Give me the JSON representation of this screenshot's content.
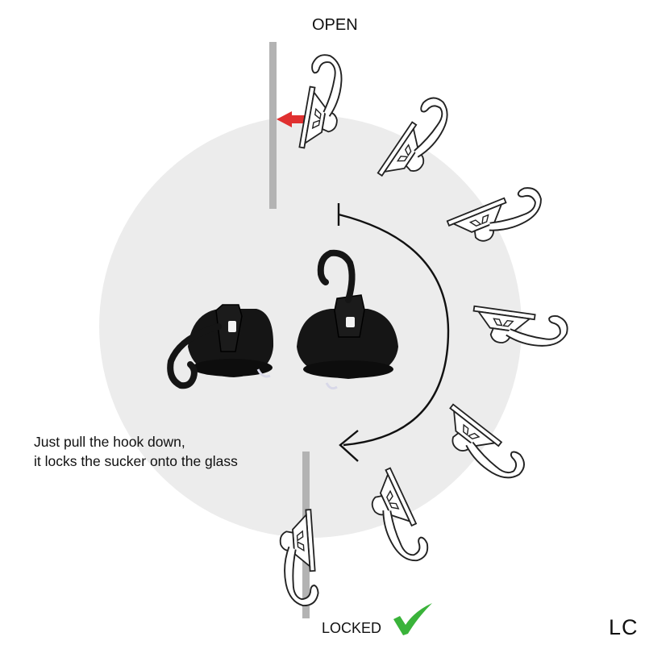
{
  "labels": {
    "open": "OPEN",
    "locked": "LOCKED",
    "instruction_line1": "Just pull the hook down,",
    "instruction_line2": "it locks the sucker onto the glass",
    "brand": "LC"
  },
  "icons": {
    "arrow": "left-arrow-icon",
    "check": "check-mark-icon",
    "rotation": "curved-arrow-icon"
  },
  "colors": {
    "background_circle": "#ececec",
    "glass": "#b3b3b3",
    "arrow": "#e03030",
    "check": "#3ab33a",
    "outline": "#222222",
    "product": "#151515"
  }
}
